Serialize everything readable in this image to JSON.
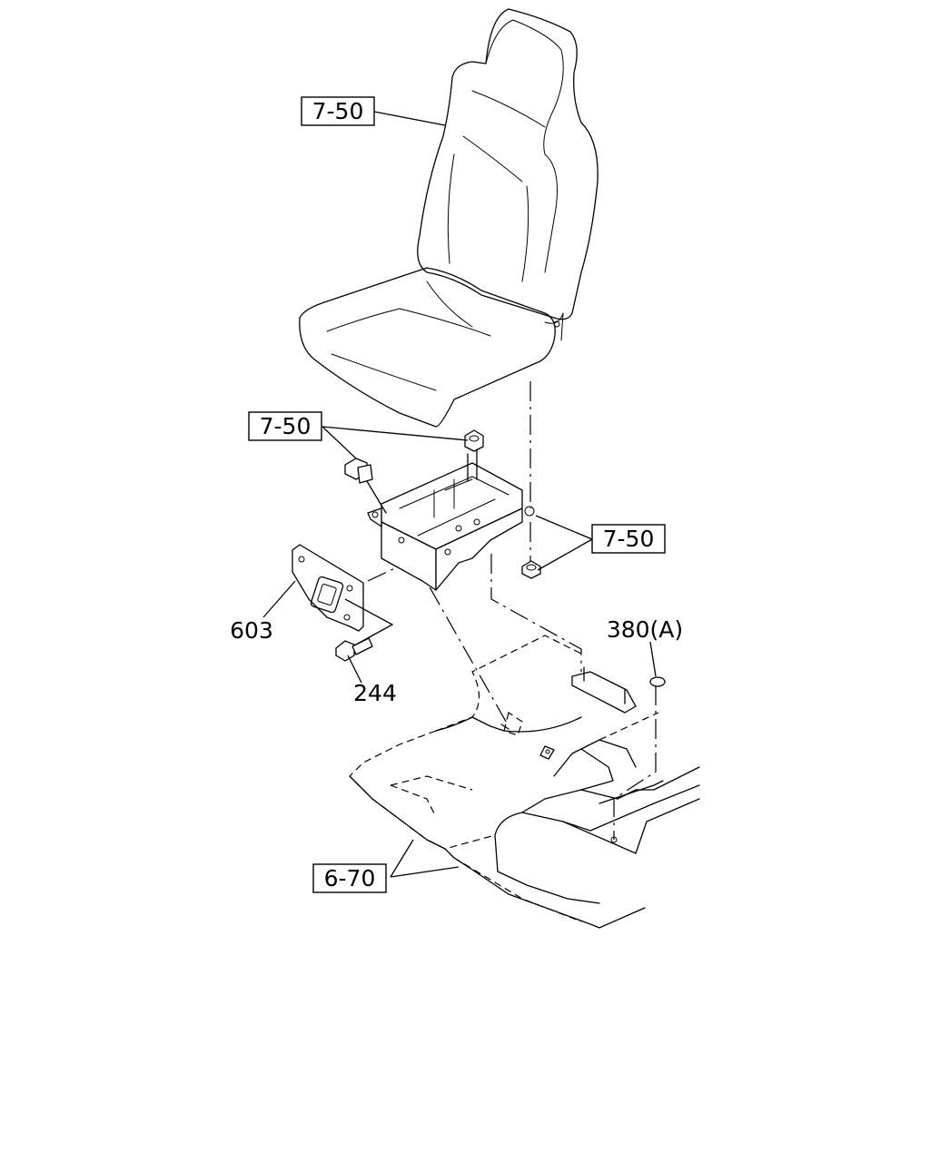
{
  "callouts": {
    "seat_ref": "7-50",
    "bracket_fastener_ref": "7-50",
    "nut_ref": "7-50",
    "cover_plate": "603",
    "bolt": "244",
    "grommet": "380(A)",
    "floor_ref": "6-70"
  }
}
